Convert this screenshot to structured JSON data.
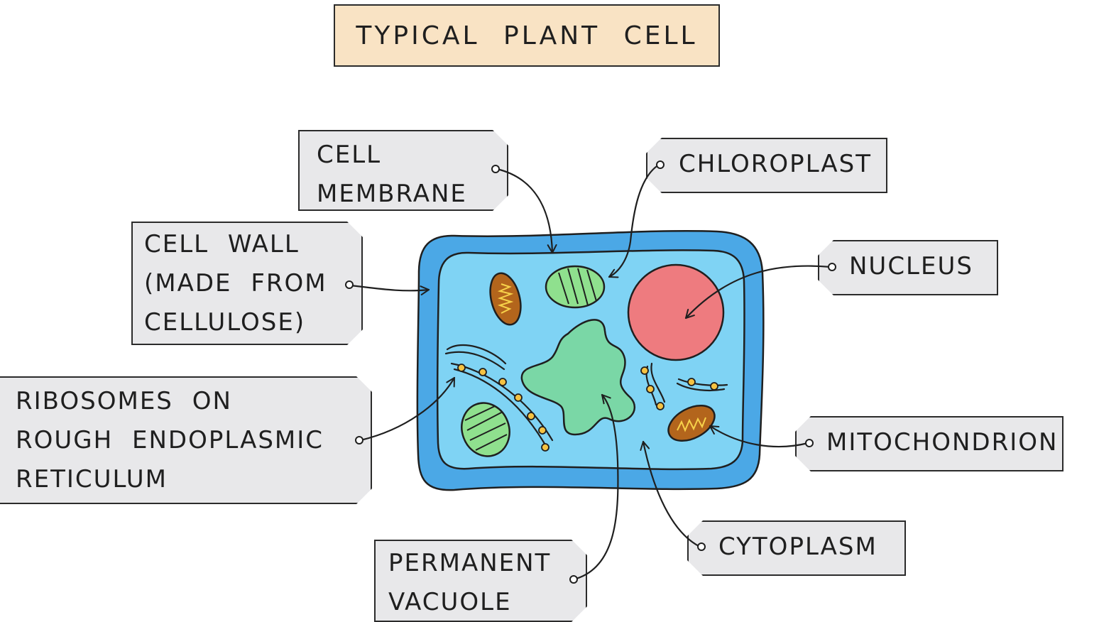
{
  "title": "TYPICAL PLANT CELL",
  "labels": {
    "cell_membrane": [
      "CELL",
      "MEMBRANE"
    ],
    "cell_wall": [
      "CELL WALL",
      "(MADE FROM",
      "CELLULOSE)"
    ],
    "ribosomes": [
      "RIBOSOMES ON",
      "ROUGH ENDOPLASMIC",
      "RETICULUM"
    ],
    "permanent_vacuole": [
      "PERMANENT",
      "VACUOLE"
    ],
    "chloroplast": [
      "CHLOROPLAST"
    ],
    "nucleus": [
      "NUCLEUS"
    ],
    "mitochondrion": [
      "MITOCHONDRION"
    ],
    "cytoplasm": [
      "CYTOPLASM"
    ]
  },
  "colors": {
    "title_bg": "#f9e3c4",
    "tag_bg": "#e8e8ea",
    "cell_wall": "#4ba8e6",
    "cytoplasm": "#7fd3f4",
    "vacuole": "#7ad7a6",
    "nucleus": "#ee7b7f",
    "chloroplast": "#8fe08e",
    "mitochondrion": "#b3651c",
    "ribosome": "#f5c242"
  }
}
